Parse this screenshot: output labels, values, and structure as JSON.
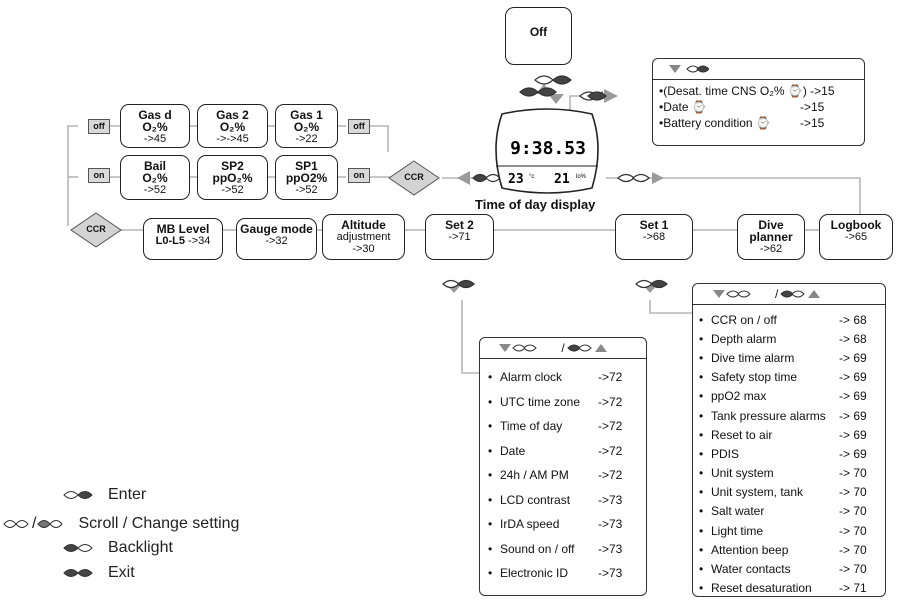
{
  "off_box": "Off",
  "gas_row": [
    {
      "title": "Gas d",
      "sub": "O₂%",
      "ref": "->45"
    },
    {
      "title": "Gas 2",
      "sub": "O₂%",
      "ref": "->->45"
    },
    {
      "title": "Gas 1",
      "sub": "O₂%",
      "ref": "->22"
    }
  ],
  "sp_row": [
    {
      "title": "Bail",
      "sub": "O₂%",
      "ref": "->52"
    },
    {
      "title": "SP2",
      "sub": "ppO₂%",
      "ref": "->52"
    },
    {
      "title": "SP1",
      "sub": "ppO2%",
      "ref": "->52"
    }
  ],
  "tags": {
    "off_left": "off",
    "off_right": "off",
    "on_left": "on",
    "on_right": "on"
  },
  "ccr_right": "CCR",
  "ccr_left": "CCR",
  "main_row": {
    "mb_title": "MB Level",
    "mb_sub": "L0-L5",
    "mb_ref": "->34",
    "gauge_title": "Gauge mode",
    "gauge_ref": "->32",
    "alt_title": "Altitude",
    "alt_sub": "adjustment",
    "alt_ref": "->30",
    "set2_title": "Set 2",
    "set2_ref": "->71",
    "set1_title": "Set 1",
    "set1_ref": "->68",
    "dive_title1": "Dive",
    "dive_title2": "planner",
    "dive_ref": "->62",
    "log_title": "Logbook",
    "log_ref": "->65"
  },
  "watch": {
    "time": "9:38.53",
    "left": "23",
    "left_unit": "°c",
    "right": "21",
    "right_unit": "lo%"
  },
  "caption": "Time of day display",
  "info_panel": [
    {
      "label": "•(Desat. time CNS O₂% ⌚) ->15"
    },
    {
      "label": "•Date ⌚",
      "ref": "->15"
    },
    {
      "label": "•Battery condition ⌚",
      "ref": "->15"
    }
  ],
  "set2_menu": [
    {
      "label": "Alarm clock",
      "ref": "->72"
    },
    {
      "label": "UTC time zone",
      "ref": "->72"
    },
    {
      "label": "Time of day",
      "ref": "->72"
    },
    {
      "label": "Date",
      "ref": "->72"
    },
    {
      "label": "24h / AM PM",
      "ref": "->72"
    },
    {
      "label": "LCD contrast",
      "ref": "->73"
    },
    {
      "label": "IrDA speed",
      "ref": "->73"
    },
    {
      "label": "Sound on / off",
      "ref": "->73"
    },
    {
      "label": "Electronic ID",
      "ref": "->73"
    }
  ],
  "set1_menu": [
    {
      "label": "CCR on / off",
      "ref": "-> 68"
    },
    {
      "label": "Depth alarm",
      "ref": "-> 68"
    },
    {
      "label": "Dive time alarm",
      "ref": "-> 69"
    },
    {
      "label": "Safety stop time",
      "ref": "-> 69"
    },
    {
      "label": "ppO2 max",
      "ref": "-> 69"
    },
    {
      "label": "Tank pressure alarms",
      "ref": "-> 69"
    },
    {
      "label": "Reset to air",
      "ref": "-> 69"
    },
    {
      "label": "PDIS",
      "ref": "-> 69"
    },
    {
      "label": "Unit system",
      "ref": "-> 70"
    },
    {
      "label": "Unit system, tank",
      "ref": "-> 70"
    },
    {
      "label": "Salt water",
      "ref": "-> 70"
    },
    {
      "label": "Light time",
      "ref": "-> 70"
    },
    {
      "label": "Attention beep",
      "ref": "-> 70"
    },
    {
      "label": "Water contacts",
      "ref": "-> 70"
    },
    {
      "label": "Reset desaturation",
      "ref": "-> 71"
    }
  ],
  "menu_sep": "/",
  "legend": {
    "enter": "Enter",
    "scroll": "Scroll / Change setting",
    "sep": "/",
    "backlight": "Backlight",
    "exit": "Exit"
  },
  "colors": {
    "line": "#b5b5b5",
    "arrow": "#9a9a9a",
    "dark_button": "#444444",
    "tag_fill": "#d9d9d9"
  }
}
